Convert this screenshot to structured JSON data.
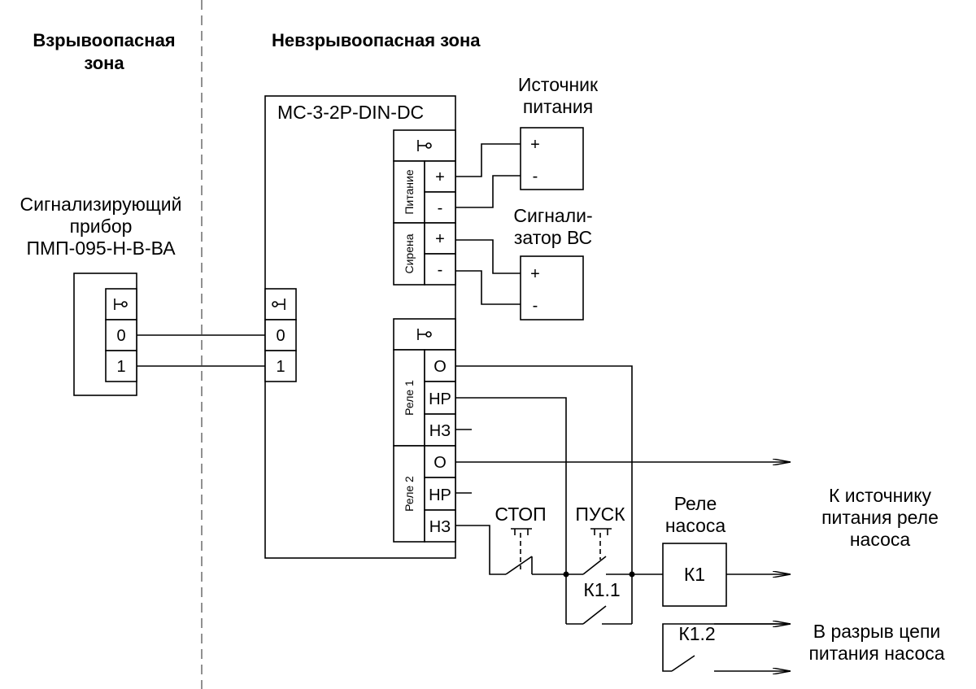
{
  "zones": {
    "hazardous": [
      "Взрывоопасная",
      "зона"
    ],
    "safe": "Невзрывоопасная зона"
  },
  "sensor": {
    "title": [
      "Сигнализирующий",
      "прибор",
      "ПМП-095-Н-В-ВА"
    ],
    "terminals": [
      "0",
      "1"
    ]
  },
  "controller": {
    "model": "МС-3-2Р-DIN-DC",
    "input_terminals": [
      "0",
      "1"
    ],
    "power_group": "Питание",
    "siren_group": "Сирена",
    "relay1_group": "Реле 1",
    "relay2_group": "Реле 2",
    "plus": "+",
    "minus": "-",
    "relay_contacts": [
      "О",
      "НР",
      "НЗ"
    ]
  },
  "power_supply": {
    "title": [
      "Источник",
      "питания"
    ],
    "terminals": [
      "+",
      "-"
    ]
  },
  "siren": {
    "title": [
      "Сигнали-",
      "затор ВС"
    ],
    "terminals": [
      "+",
      "-"
    ]
  },
  "buttons": {
    "stop": "СТОП",
    "start": "ПУСК"
  },
  "pump_relay": {
    "title": [
      "Реле",
      "насоса"
    ],
    "coil": "К1",
    "contact1": "К1.1",
    "contact2": "К1.2"
  },
  "outputs": {
    "to_power": [
      "К источнику",
      "питания реле",
      "насоса"
    ],
    "to_pump": [
      "В разрыв цепи",
      "питания насоса"
    ]
  }
}
